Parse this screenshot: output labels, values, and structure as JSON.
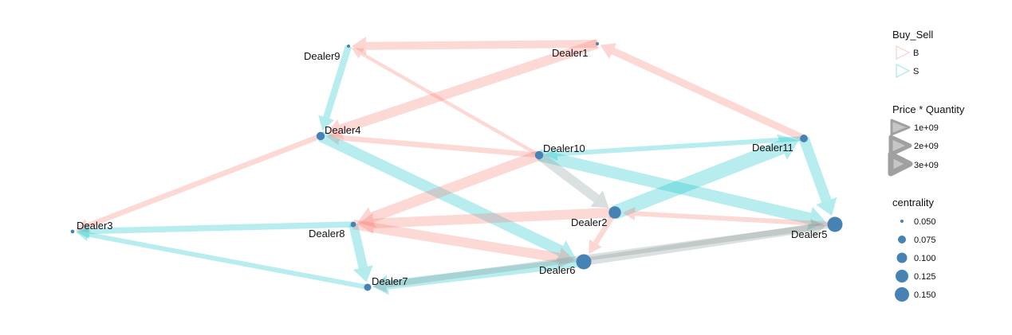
{
  "nodes": [
    {
      "id": "Dealer1",
      "label": "Dealer1",
      "centrality": 0.045
    },
    {
      "id": "Dealer9",
      "label": "Dealer9",
      "centrality": 0.045
    },
    {
      "id": "Dealer4",
      "label": "Dealer4",
      "centrality": 0.09
    },
    {
      "id": "Dealer10",
      "label": "Dealer10",
      "centrality": 0.09
    },
    {
      "id": "Dealer11",
      "label": "Dealer11",
      "centrality": 0.085
    },
    {
      "id": "Dealer3",
      "label": "Dealer3",
      "centrality": 0.05
    },
    {
      "id": "Dealer8",
      "label": "Dealer8",
      "centrality": 0.065
    },
    {
      "id": "Dealer2",
      "label": "Dealer2",
      "centrality": 0.125
    },
    {
      "id": "Dealer5",
      "label": "Dealer5",
      "centrality": 0.15
    },
    {
      "id": "Dealer6",
      "label": "Dealer6",
      "centrality": 0.15
    },
    {
      "id": "Dealer7",
      "label": "Dealer7",
      "centrality": 0.08
    }
  ],
  "edges": [
    {
      "from": "Dealer1",
      "to": "Dealer9",
      "type": "B",
      "weight": 1.0
    },
    {
      "from": "Dealer11",
      "to": "Dealer1",
      "type": "B",
      "weight": 0.9
    },
    {
      "from": "Dealer9",
      "to": "Dealer4",
      "type": "S",
      "weight": 0.8
    },
    {
      "from": "Dealer1",
      "to": "Dealer4",
      "type": "B",
      "weight": 1.3
    },
    {
      "from": "Dealer10",
      "to": "Dealer9",
      "type": "B",
      "weight": 0.3
    },
    {
      "from": "Dealer10",
      "to": "Dealer4",
      "type": "B",
      "weight": 0.6
    },
    {
      "from": "Dealer4",
      "to": "Dealer3",
      "type": "B",
      "weight": 0.6
    },
    {
      "from": "Dealer4",
      "to": "Dealer6",
      "type": "S",
      "weight": 1.5
    },
    {
      "from": "Dealer11",
      "to": "Dealer10",
      "type": "S",
      "weight": 0.5
    },
    {
      "from": "Dealer10",
      "to": "Dealer5",
      "type": "S",
      "weight": 1.6
    },
    {
      "from": "Dealer10",
      "to": "Dealer2",
      "type": "G",
      "weight": 1.2
    },
    {
      "from": "Dealer10",
      "to": "Dealer8",
      "type": "B",
      "weight": 1.4
    },
    {
      "from": "Dealer2",
      "to": "Dealer8",
      "type": "B",
      "weight": 1.3
    },
    {
      "from": "Dealer2",
      "to": "Dealer11",
      "type": "S",
      "weight": 2.0
    },
    {
      "from": "Dealer11",
      "to": "Dealer5",
      "type": "S",
      "weight": 1.4
    },
    {
      "from": "Dealer5",
      "to": "Dealer2",
      "type": "B",
      "weight": 0.5
    },
    {
      "from": "Dealer8",
      "to": "Dealer3",
      "type": "S",
      "weight": 0.7
    },
    {
      "from": "Dealer7",
      "to": "Dealer3",
      "type": "S",
      "weight": 0.5
    },
    {
      "from": "Dealer8",
      "to": "Dealer7",
      "type": "S",
      "weight": 1.2
    },
    {
      "from": "Dealer8",
      "to": "Dealer6",
      "type": "B",
      "weight": 1.3
    },
    {
      "from": "Dealer6",
      "to": "Dealer7",
      "type": "S",
      "weight": 1.2
    },
    {
      "from": "Dealer5",
      "to": "Dealer7",
      "type": "G",
      "weight": 0.7
    },
    {
      "from": "Dealer6",
      "to": "Dealer5",
      "type": "G",
      "weight": 1.0
    },
    {
      "from": "Dealer2",
      "to": "Dealer6",
      "type": "B",
      "weight": 0.6
    }
  ],
  "colors": {
    "B": "#F8766D",
    "S": "#00BFC4",
    "G": "#7F8F8E",
    "node": "#4682B4"
  },
  "legend": {
    "buy_sell": {
      "title": "Buy_Sell",
      "items": [
        {
          "key": "B",
          "label": "B"
        },
        {
          "key": "S",
          "label": "S"
        }
      ]
    },
    "price_quantity": {
      "title": "Price * Quantity",
      "items": [
        {
          "label": "1e+09",
          "value": 1
        },
        {
          "label": "2e+09",
          "value": 2
        },
        {
          "label": "3e+09",
          "value": 3
        }
      ]
    },
    "centrality": {
      "title": "centrality",
      "items": [
        {
          "label": "0.050",
          "value": 0.05
        },
        {
          "label": "0.075",
          "value": 0.075
        },
        {
          "label": "0.100",
          "value": 0.1
        },
        {
          "label": "0.125",
          "value": 0.125
        },
        {
          "label": "0.150",
          "value": 0.15
        }
      ]
    }
  }
}
